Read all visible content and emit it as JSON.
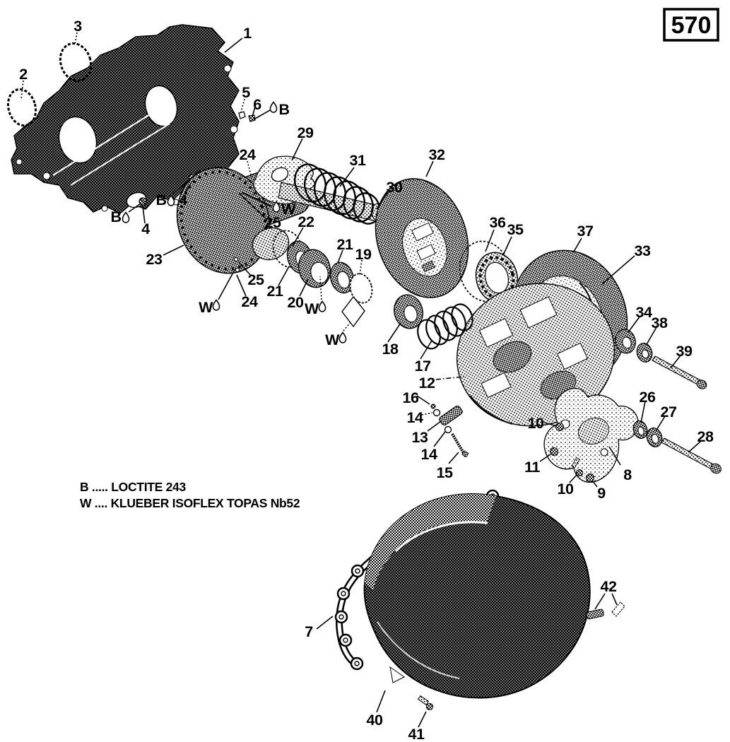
{
  "badge": {
    "model": "570"
  },
  "legend": {
    "b_line": "B ..... LOCTITE 243",
    "w_line": "W .... KLUEBER ISOFLEX TOPAS Nb52"
  },
  "callouts": {
    "n1": "1",
    "n2": "2",
    "n3": "3",
    "n4": "4",
    "n5": "5",
    "n6": "6",
    "n7": "7",
    "n8": "8",
    "n9": "9",
    "n10": "10",
    "n11": "11",
    "n12": "12",
    "n13": "13",
    "n14": "14",
    "n15": "15",
    "n16": "16",
    "n17": "17",
    "n18": "18",
    "n19": "19",
    "n20": "20",
    "n21": "21",
    "n22": "22",
    "n23": "23",
    "n24": "24",
    "n25": "25",
    "n26": "26",
    "n27": "27",
    "n28": "28",
    "n29": "29",
    "n30": "30",
    "n31": "31",
    "n32": "32",
    "n33": "33",
    "n34": "34",
    "n35": "35",
    "n36": "36",
    "n37": "37",
    "n38": "38",
    "n39": "39",
    "n40": "40",
    "n41": "41",
    "n42": "42",
    "b_mark": "B",
    "w_mark": "W"
  },
  "colors": {
    "ink": "#000000",
    "paper": "#ffffff"
  }
}
